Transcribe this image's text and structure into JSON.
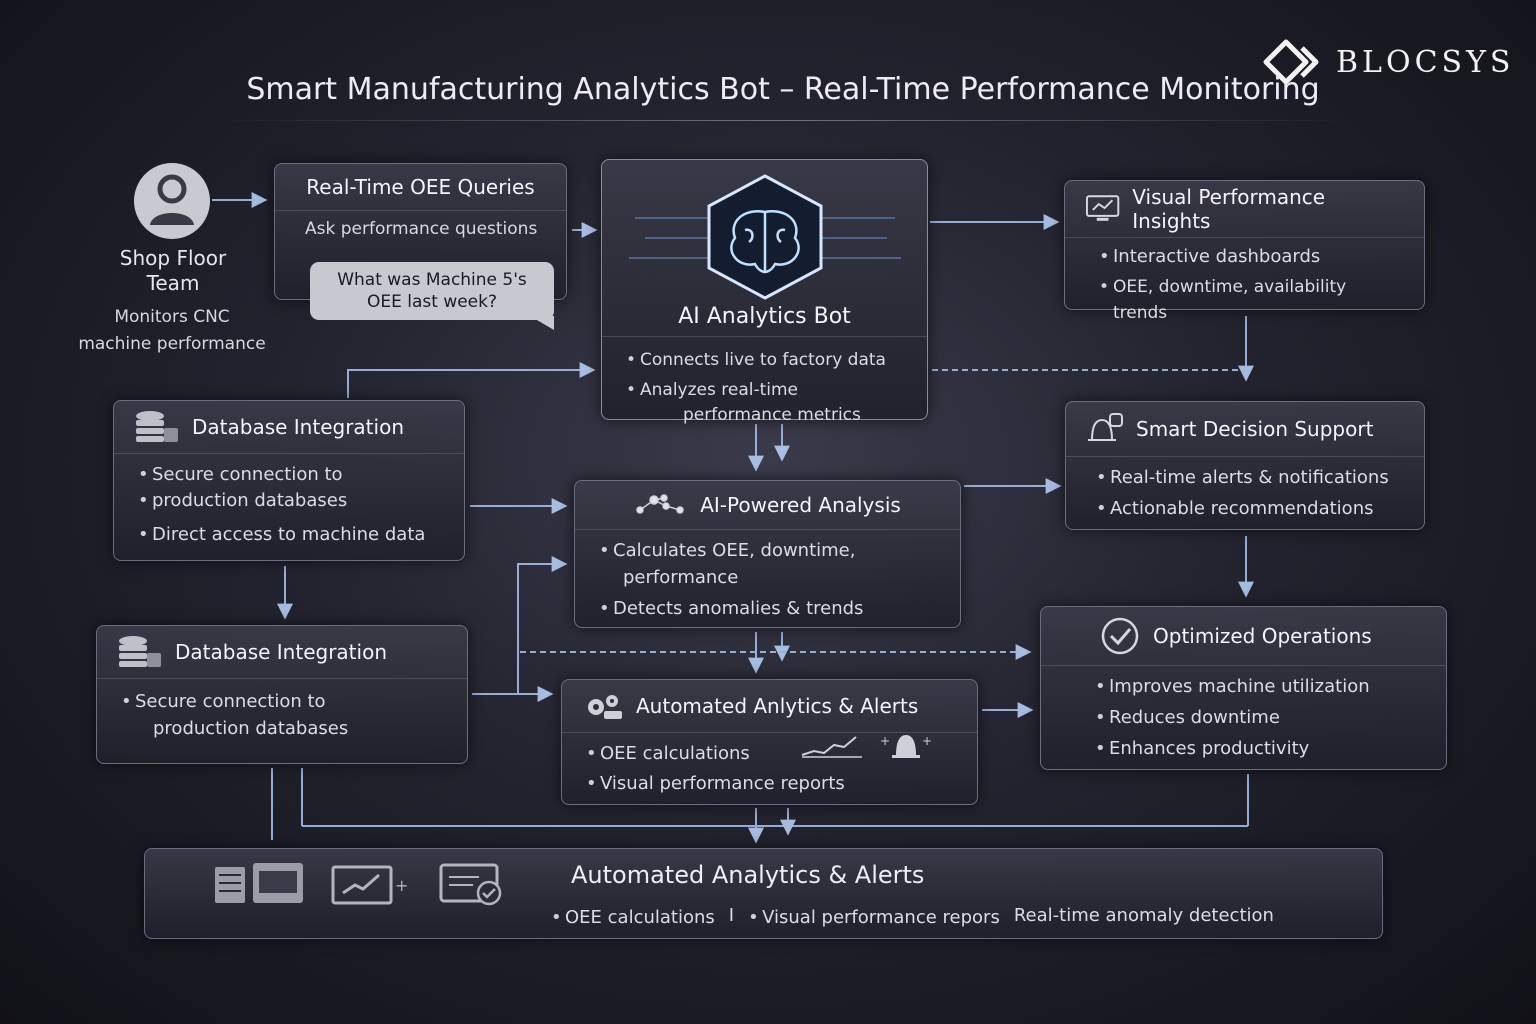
{
  "brand": {
    "logo_text": "BLOCSYS"
  },
  "title": "Smart Manufacturing Analytics Bot – Real-Time Performance Monitoring",
  "user": {
    "name_line1": "Shop Floor",
    "name_line2": "Team",
    "desc_line1": "Monitors CNC",
    "desc_line2": "machine performance"
  },
  "queries": {
    "title": "Real-Time OEE Queries",
    "subtitle": "Ask performance questions",
    "bubble_line1": "What was Machine 5's",
    "bubble_line2": "OEE last week?"
  },
  "bot": {
    "title": "AI Analytics Bot",
    "bullet1": "Connects live to factory data",
    "bullet2_line1": "Analyzes real-time",
    "bullet2_line2": "performance metrics"
  },
  "db1": {
    "title": "Database Integration",
    "bullet1_line1": "Secure connection to",
    "bullet1_line2": "production databases",
    "bullet2": "Direct access to machine data"
  },
  "db2": {
    "title": "Database Integration",
    "bullet1_line1": "Secure connection to",
    "bullet1_line2": "production databases"
  },
  "analysis": {
    "title": "AI-Powered Analysis",
    "bullet1_line1": "Calculates OEE, downtime,",
    "bullet1_line2": "performance",
    "bullet2": "Detects anomalies & trends"
  },
  "alerts": {
    "title": "Automated Anlytics & Alerts",
    "bullet1": "OEE calculations",
    "bullet2": "Visual performance reports"
  },
  "visual": {
    "title": "Visual Performance Insights",
    "bullet1": "Interactive dashboards",
    "bullet2": "OEE, downtime, availability trends"
  },
  "decision": {
    "title": "Smart Decision Support",
    "bullet1": "Real-time alerts & notifications",
    "bullet2": "Actionable recommendations"
  },
  "optimized": {
    "title": "Optimized Operations",
    "bullet1": "Improves machine utilization",
    "bullet2": "Reduces downtime",
    "bullet3": "Enhances productivity"
  },
  "footer": {
    "title": "Automated Analytics & Alerts",
    "item1": "OEE calculations",
    "sep": "I",
    "item2": "Visual performance repors",
    "item3": "Real-time anomaly detection"
  },
  "colors": {
    "accent": "#bcd6ff",
    "card_border": "#6c6c80",
    "background": "#23232f"
  }
}
